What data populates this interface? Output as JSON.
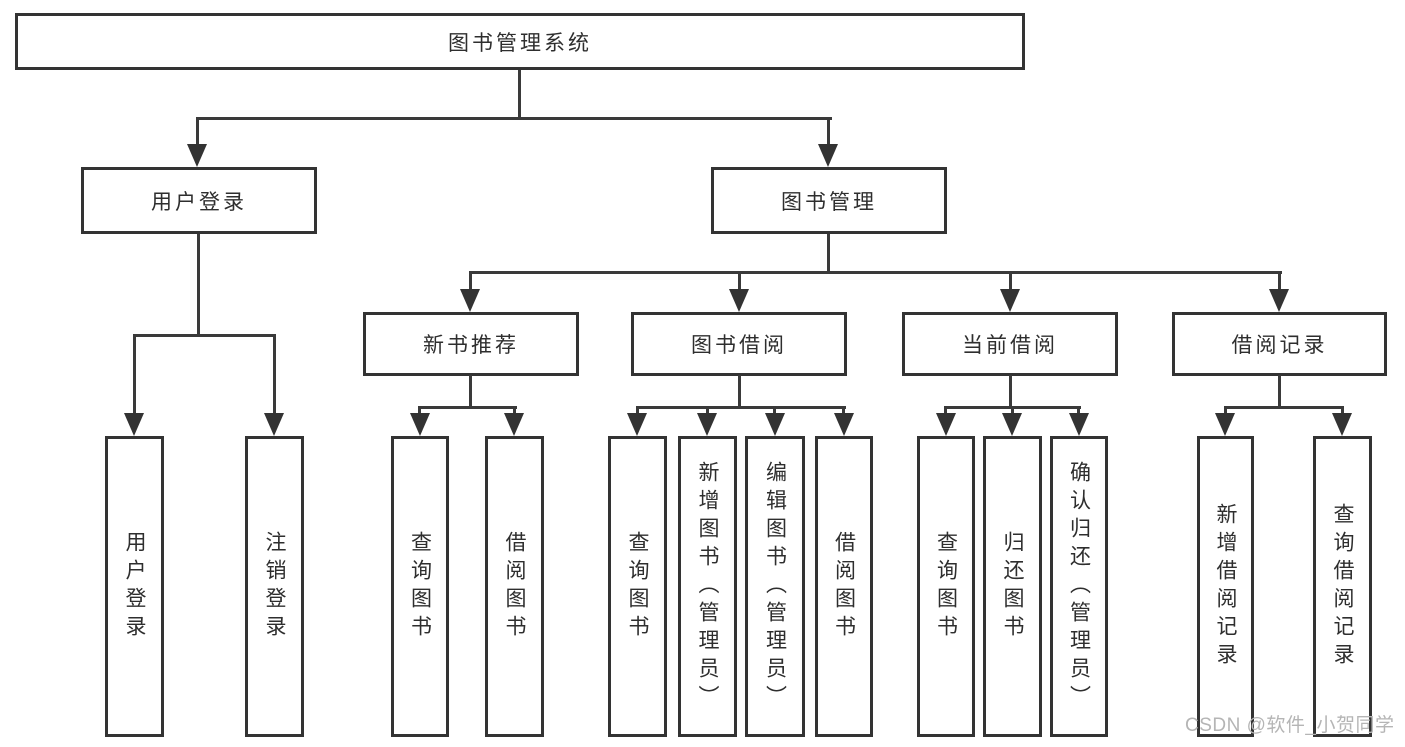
{
  "tree": {
    "root": {
      "label": "图书管理系统",
      "children": [
        {
          "label": "用户登录",
          "children": [
            {
              "label": "用户登录"
            },
            {
              "label": "注销登录"
            }
          ]
        },
        {
          "label": "图书管理",
          "children": [
            {
              "label": "新书推荐",
              "children": [
                {
                  "label": "查询图书"
                },
                {
                  "label": "借阅图书"
                }
              ]
            },
            {
              "label": "图书借阅",
              "children": [
                {
                  "label": "查询图书"
                },
                {
                  "label": "新增图书（管理员）"
                },
                {
                  "label": "编辑图书（管理员）"
                },
                {
                  "label": "借阅图书"
                }
              ]
            },
            {
              "label": "当前借阅",
              "children": [
                {
                  "label": "查询图书"
                },
                {
                  "label": "归还图书"
                },
                {
                  "label": "确认归还（管理员）"
                }
              ]
            },
            {
              "label": "借阅记录",
              "children": [
                {
                  "label": "新增借阅记录"
                },
                {
                  "label": "查询借阅记录"
                }
              ]
            }
          ]
        }
      ]
    }
  },
  "watermark": {
    "text": "CSDN @软件_小贺同学"
  },
  "colors": {
    "line": "#333333",
    "box_background": "#ffffff",
    "text": "#2e2e2e",
    "watermark": "#b5b5b5"
  }
}
